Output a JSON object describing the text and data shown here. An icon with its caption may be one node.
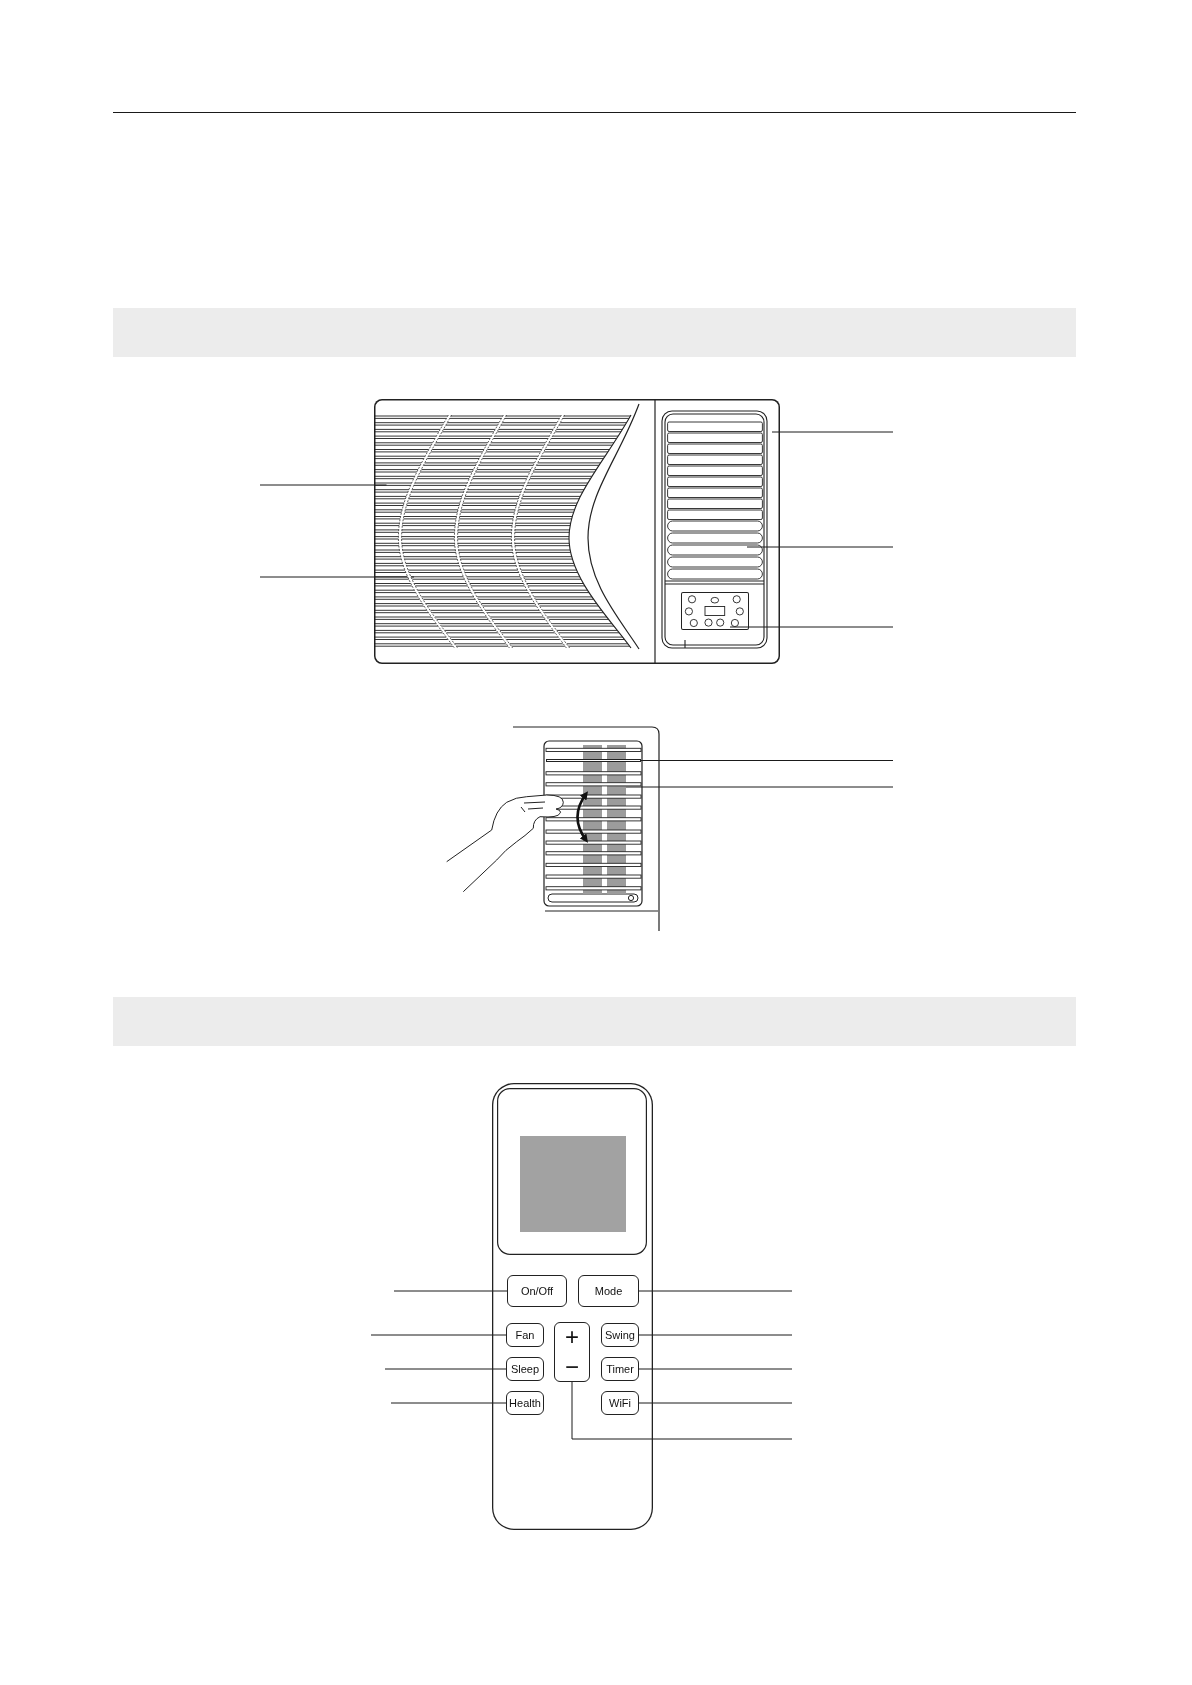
{
  "diagram": {
    "nodes": [
      {
        "text": [],
        "shape": "box"
      },
      {
        "text": [],
        "shape": "picture",
        "in": 0
      },
      {
        "text": [],
        "shape": "picture",
        "in": 0
      },
      {
        "text": [],
        "shape": "box",
        "in": 0
      },
      {
        "text": [],
        "shape": "bar"
      },
      {
        "text": [],
        "shape": "bar"
      },
      {
        "text": [],
        "shape": "bar"
      },
      {
        "text": [],
        "shape": "box"
      },
      {
        "text": [],
        "shape": "box",
        "in": 7
      },
      {
        "text": [],
        "shape": "box",
        "in": 8
      },
      {
        "text": [
          "On/Off"
        ],
        "in": 7
      },
      {
        "text": [
          "Mode"
        ],
        "in": 7
      },
      {
        "text": [
          "Fan"
        ],
        "in": 7
      },
      {
        "text": [
          "+",
          "−"
        ],
        "in": 7
      },
      {
        "text": [
          "Swing"
        ],
        "in": 7
      },
      {
        "text": [
          "Sleep"
        ],
        "in": 7
      },
      {
        "text": [
          "Timer"
        ],
        "in": 7
      },
      {
        "text": [
          "Health"
        ],
        "in": 7
      },
      {
        "text": [
          "WiFi"
        ],
        "in": 7
      }
    ],
    "edges": [
      {
        "from": null,
        "to": 0,
        "arrow": "none"
      },
      {
        "from": null,
        "to": 1,
        "arrow": "none"
      },
      {
        "from": null,
        "to": 1,
        "arrow": "none"
      },
      {
        "from": null,
        "to": 2,
        "arrow": "none"
      },
      {
        "from": null,
        "to": 3,
        "arrow": "none"
      },
      {
        "from": null,
        "to": 4,
        "arrow": "none"
      },
      {
        "from": null,
        "to": 6,
        "arrow": "none"
      },
      {
        "from": null,
        "to": 10,
        "arrow": "none"
      },
      {
        "from": null,
        "to": 11,
        "arrow": "none"
      },
      {
        "from": null,
        "to": 12,
        "arrow": "none"
      },
      {
        "from": null,
        "to": 14,
        "arrow": "none"
      },
      {
        "from": null,
        "to": 15,
        "arrow": "none"
      },
      {
        "from": null,
        "to": 16,
        "arrow": "none"
      },
      {
        "from": null,
        "to": 17,
        "arrow": "none"
      },
      {
        "from": null,
        "to": 18,
        "arrow": "none"
      },
      {
        "from": null,
        "to": 13,
        "arrow": "none"
      }
    ]
  }
}
